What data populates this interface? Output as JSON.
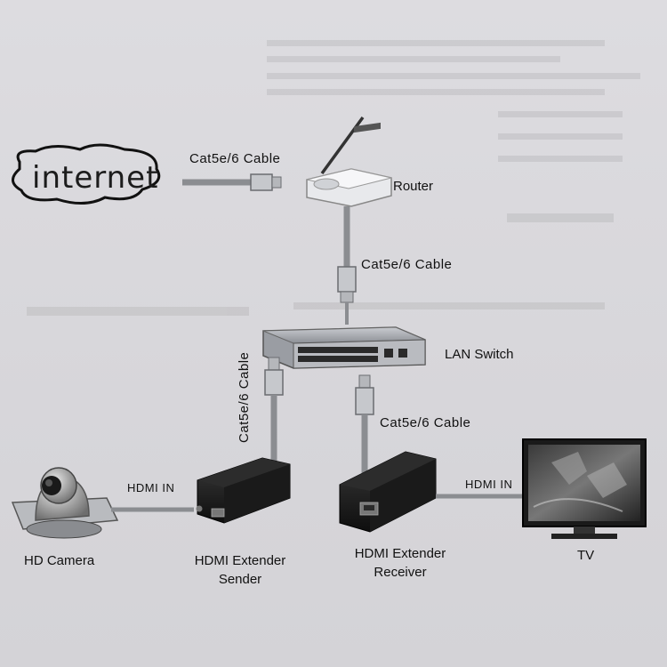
{
  "internet": {
    "label": "internet"
  },
  "router": {
    "label": "Router"
  },
  "switch": {
    "label": "LAN Switch"
  },
  "camera": {
    "label": "HD Camera"
  },
  "sender": {
    "line1": "HDMI Extender",
    "line2": "Sender"
  },
  "receiver": {
    "line1": "HDMI Extender",
    "line2": "Receiver"
  },
  "tv": {
    "label": "TV"
  },
  "cables": {
    "internet_router": "Cat5e/6 Cable",
    "router_switch": "Cat5e/6 Cable",
    "switch_sender": "Cat5e/6 Cable",
    "switch_receiver": "Cat5e/6 Cable"
  },
  "hdmi": {
    "camera_sender": "HDMI IN",
    "receiver_tv": "HDMI IN"
  }
}
